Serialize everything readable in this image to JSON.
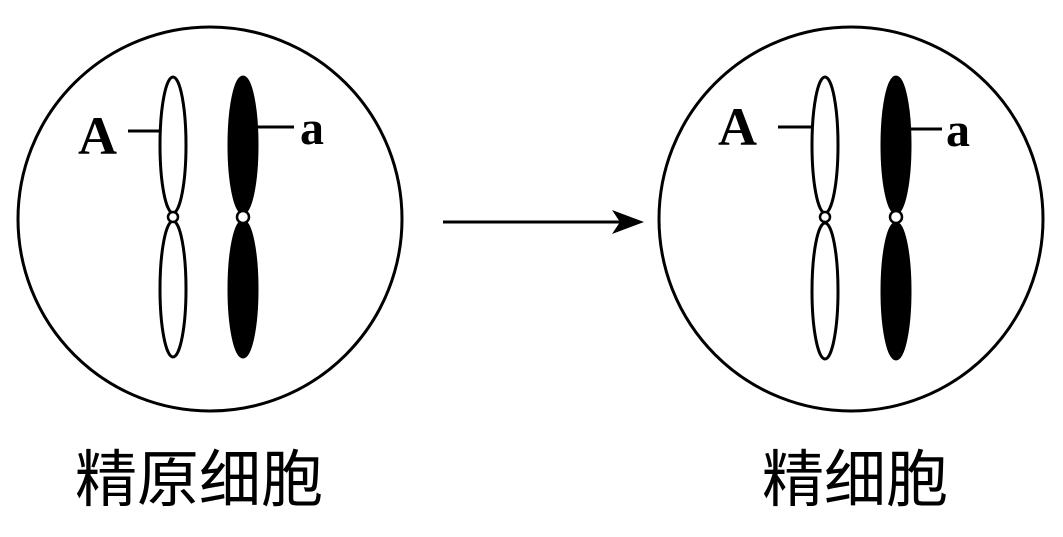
{
  "cells": [
    {
      "id": "spermatogonium",
      "caption": "精原细胞",
      "genes": [
        "A",
        "a"
      ]
    },
    {
      "id": "sperm",
      "caption": "精细胞",
      "genes": [
        "A",
        "a"
      ]
    }
  ],
  "colors": {
    "line": "#000000",
    "background": "#ffffff",
    "dark_chromosome": "#000000",
    "light_chromosome": "#ffffff"
  }
}
